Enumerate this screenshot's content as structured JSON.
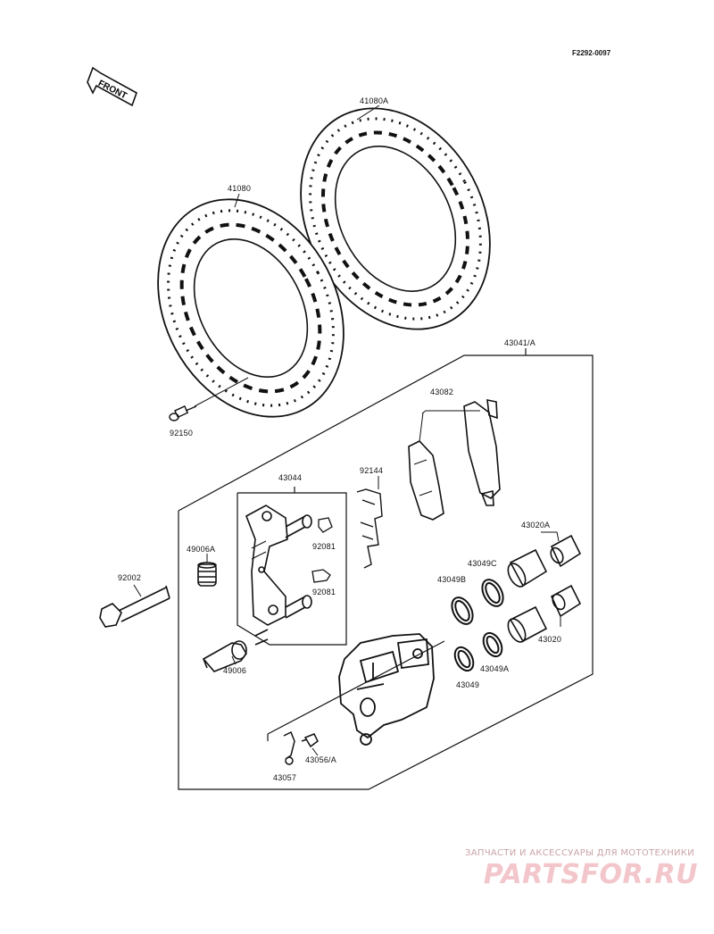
{
  "diagram_code": "F2292-0097",
  "front_label": "FRONT",
  "parts": {
    "p41080A": "41080A",
    "p41080": "41080",
    "p92150": "92150",
    "p43041A": "43041/A",
    "p43082": "43082",
    "p43044": "43044",
    "p92144": "92144",
    "p49006A": "49006A",
    "p92081a": "92081",
    "p92081b": "92081",
    "p92002": "92002",
    "p43020A": "43020A",
    "p43049C": "43049C",
    "p43049B": "43049B",
    "p43020": "43020",
    "p49006": "49006",
    "p43049A": "43049A",
    "p43049": "43049",
    "p43056A": "43056/A",
    "p43057": "43057"
  },
  "watermark": {
    "tagline": "ЗАПЧАСТИ И АКСЕССУАРЫ ДЛЯ МОТОТЕХНИКИ",
    "logo": "PARTSFOR.RU"
  }
}
